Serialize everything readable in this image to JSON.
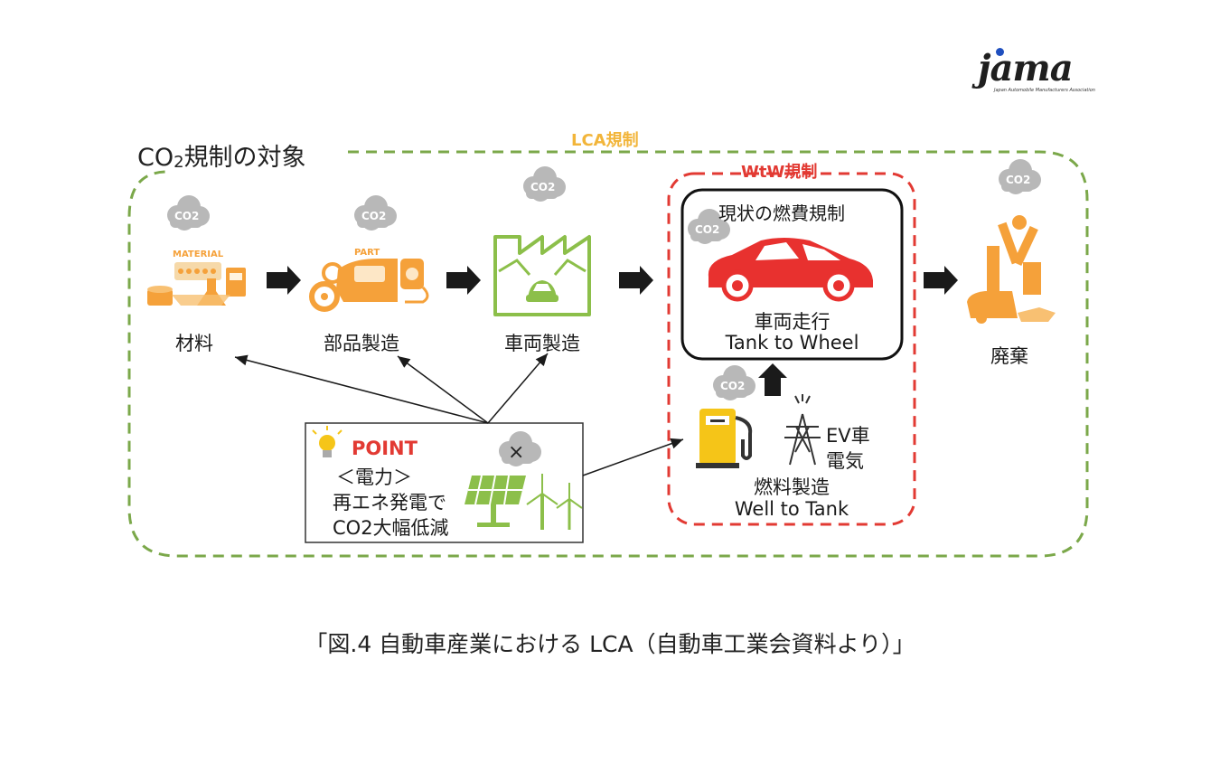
{
  "logo": {
    "word": "jama",
    "sub": "Japan Automobile Manufacturers Association"
  },
  "diagram": {
    "title": "CO2規制の対象",
    "title_main": "CO",
    "title_sub": "2",
    "title_suffix": "規制の対象",
    "lca_label": "LCA規制",
    "wtw_label": "WtW規制",
    "co2_text": "CO2",
    "stages": {
      "material": {
        "label": "材料",
        "icon_text": "MATERIAL"
      },
      "parts": {
        "label": "部品製造",
        "icon_text": "PART"
      },
      "vehicle": {
        "label": "車両製造"
      },
      "disposal": {
        "label": "廃棄"
      }
    },
    "ttw": {
      "heading": "現状の燃費規制",
      "line1": "車両走行",
      "line2": "Tank to Wheel"
    },
    "wtt": {
      "ev_line1": "EV車",
      "ev_line2": "電気",
      "line1": "燃料製造",
      "line2": "Well to Tank"
    },
    "point": {
      "title": "POINT",
      "line1": "＜電力＞",
      "line2": "再エネ発電で",
      "line3": "CO2大幅低減",
      "cross": "×"
    }
  },
  "caption": "「図.4  自動車産業における LCA（自動車工業会資料より）」",
  "colors": {
    "lca_green": "#7ba84a",
    "wtw_red": "#e23a33",
    "lca_yellow": "#f2b53a",
    "orange": "#f5a13a",
    "car_red": "#e8312f",
    "cloud_gray": "#b8b8b8",
    "fuel_yellow": "#f5c518",
    "plant_green": "#8cbf4a"
  }
}
